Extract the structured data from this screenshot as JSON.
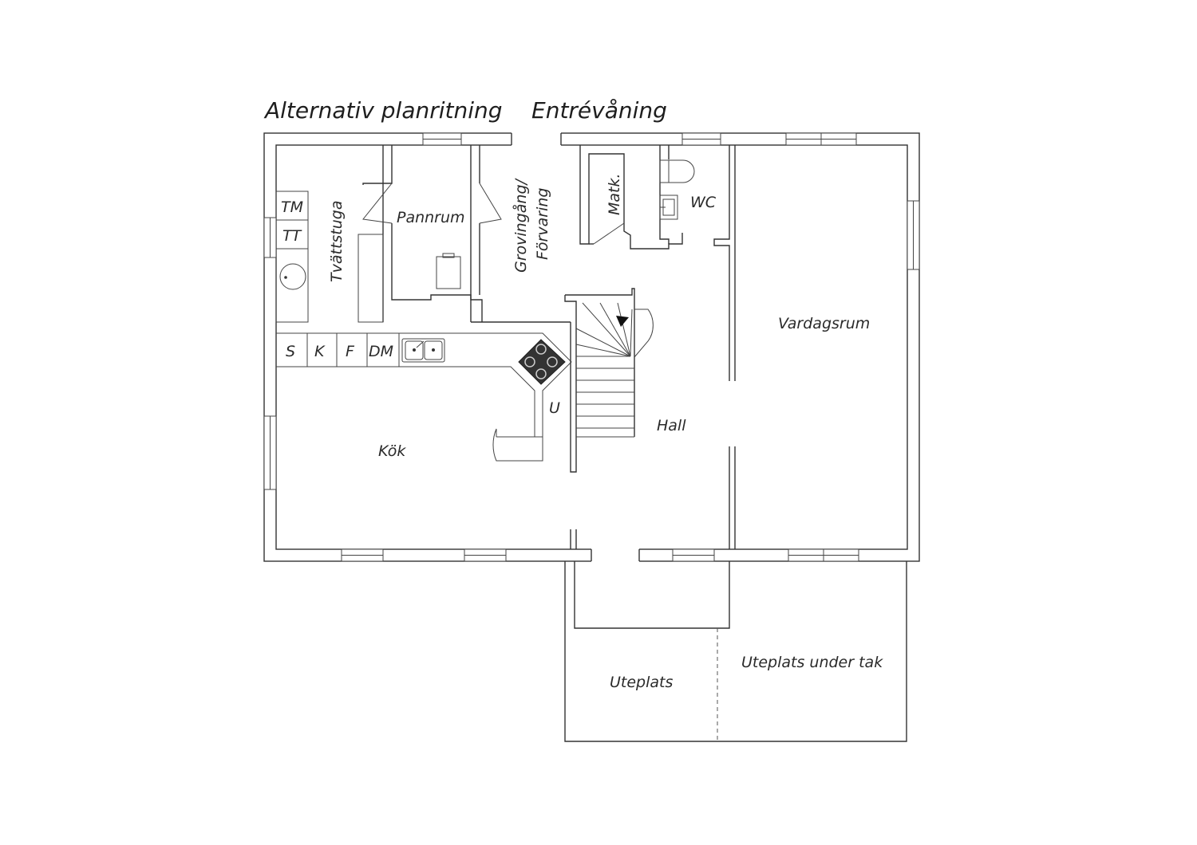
{
  "titles": {
    "left": "Alternativ planritning",
    "right": "Entrévåning"
  },
  "rooms": {
    "tvattstuga": "Tvättstuga",
    "pannrum": "Pannrum",
    "grovingang": "Grovingång/",
    "forvaring": "Förvaring",
    "matk": "Matk.",
    "wc": "WC",
    "vardagsrum": "Vardagsrum",
    "kok": "Kök",
    "hall": "Hall",
    "uteplats": "Uteplats",
    "uteplats_under_tak": "Uteplats under tak"
  },
  "appliances": {
    "tm": "TM",
    "tt": "TT",
    "s": "S",
    "k": "K",
    "f": "F",
    "dm": "DM",
    "u": "U"
  }
}
